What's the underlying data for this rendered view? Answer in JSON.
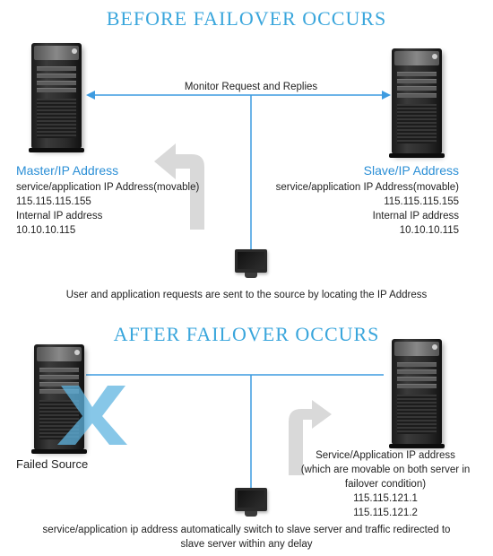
{
  "before": {
    "title": "BEFORE FAILOVER OCCURS",
    "monitor_label": "Monitor Request and Replies",
    "master": {
      "heading": "Master/IP Address",
      "line1": "service/application IP Address(movable)",
      "line2": "115.115.115.155",
      "line3": "Internal IP address",
      "line4": "10.10.10.115"
    },
    "slave": {
      "heading": "Slave/IP Address",
      "line1": "service/application IP Address(movable)",
      "line2": "115.115.115.155",
      "line3": "Internal IP address",
      "line4": "10.10.10.115"
    },
    "caption": "User and application requests are sent to the source by locating the IP Address"
  },
  "after": {
    "title": "AFTER FAILOVER OCCURS",
    "failed_label": "Failed Source",
    "slave": {
      "line1": "Service/Application IP address",
      "line2": "(which are movable on both server in",
      "line3": "failover condition)",
      "line4": "115.115.121.1",
      "line5": "115.115.121.2"
    },
    "caption_line1": "service/application ip address automatically switch to slave server and traffic redirected to",
    "caption_line2": "slave server within any delay"
  },
  "colors": {
    "title": "#3aa6dc",
    "heading": "#2b8fd6",
    "connector": "#3d9be0",
    "arrow": "#d7d7d7",
    "failed_mark": "#5fb4e0"
  },
  "icons": [
    "server-icon",
    "monitor-icon",
    "bidirectional-arrow-icon",
    "curved-arrow-icon",
    "failed-x-icon"
  ]
}
